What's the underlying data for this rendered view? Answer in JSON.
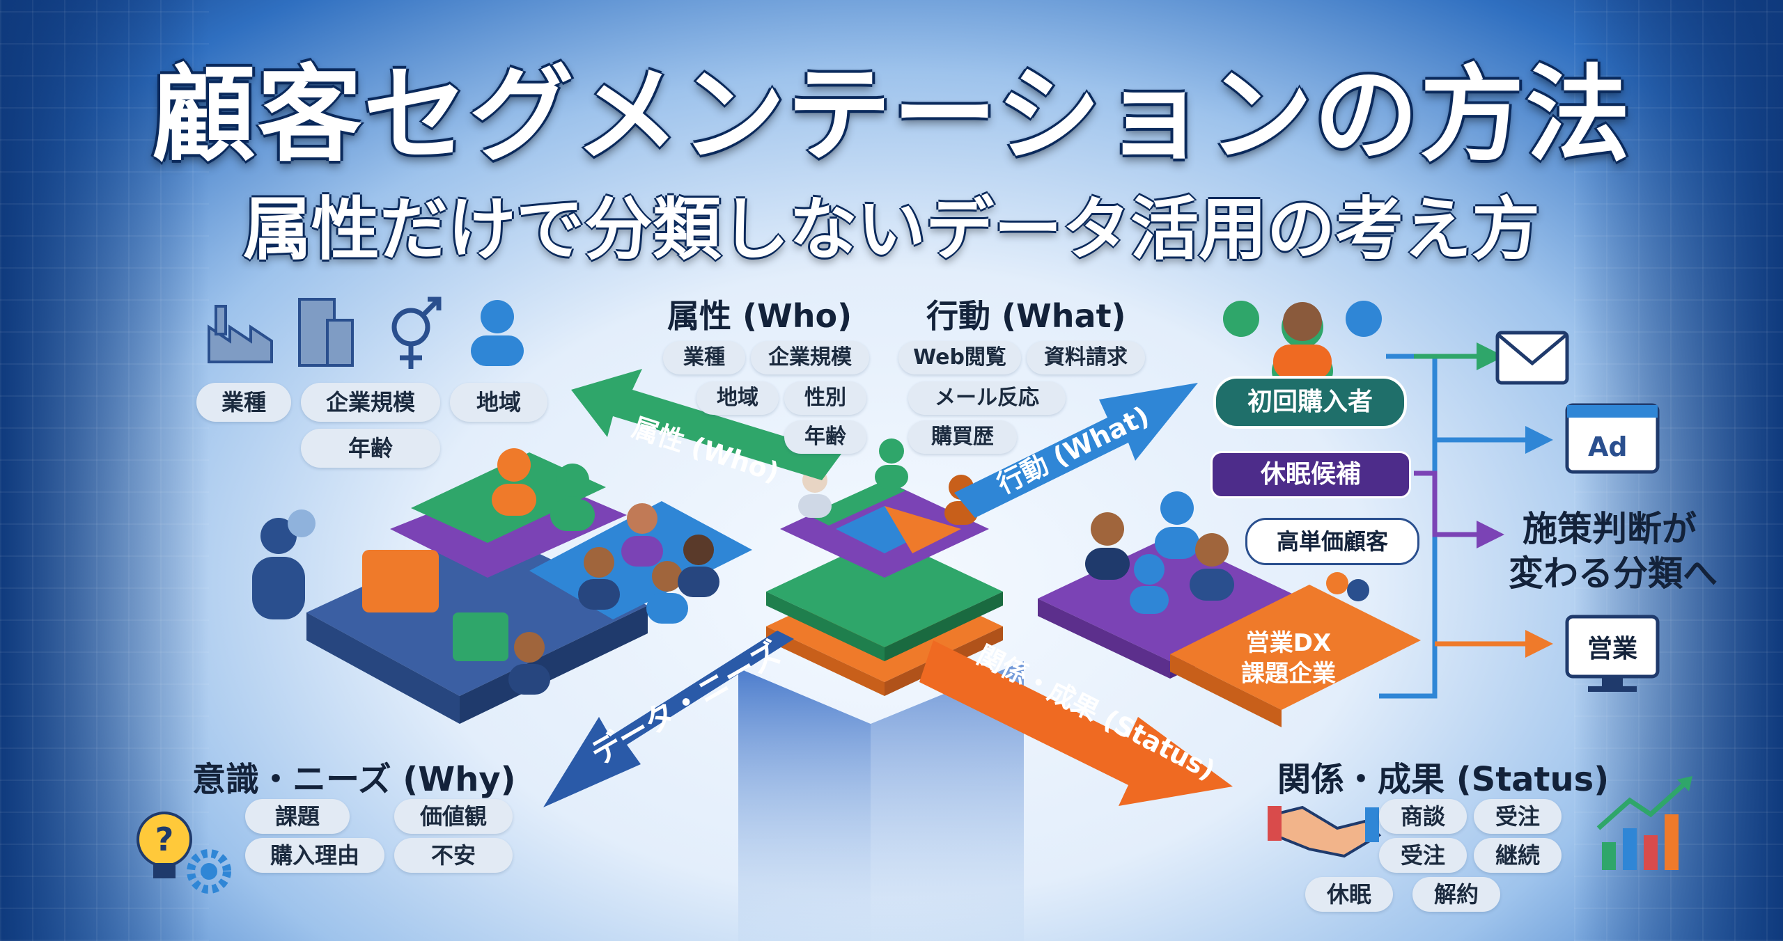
{
  "title": "顧客セグメンテーションの方法",
  "subtitle": "属性だけで分類しないデータ活用の考え方",
  "left_tags": [
    "業種",
    "企業規模",
    "地域",
    "年齢"
  ],
  "center_top": {
    "who": {
      "header": "属性 (Who)",
      "tags": [
        "業種",
        "企業規模",
        "地域",
        "性別",
        "年齢"
      ]
    },
    "what": {
      "header": "行動 (What)",
      "tags": [
        "Web閲覧",
        "資料請求",
        "メール反応",
        "購買歴"
      ]
    }
  },
  "arrows": {
    "who": "属性 (Who)",
    "what": "行動 (What)",
    "needs": "データ・ニーズ",
    "status": "関係・成果 (Status)"
  },
  "why": {
    "header": "意識・ニーズ (Why)",
    "tags": [
      "課題",
      "価値観",
      "購入理由",
      "不安"
    ]
  },
  "status": {
    "header": "関係・成果 (Status)",
    "tags": [
      "商談",
      "受注",
      "受注",
      "継続",
      "休眠",
      "解約"
    ]
  },
  "segments": {
    "first": "初回購入者",
    "dormant": "休眠候補",
    "high_value": "高単価顧客",
    "dx_line1": "営業DX",
    "dx_line2": "課題企業"
  },
  "outputs": {
    "ad_label": "Ad",
    "sales_label": "営業",
    "decision_line1": "施策判断が",
    "decision_line2": "変わる分類へ"
  },
  "icons": [
    "factory-icon",
    "building-icon",
    "gender-icon",
    "person-icon",
    "mail-icon",
    "ad-icon",
    "monitor-icon",
    "lightbulb-icon",
    "gear-icon",
    "handshake-icon",
    "growth-chart-icon"
  ],
  "colors": {
    "green": "#2fa66a",
    "blue": "#2f86d6",
    "purple": "#7b43b5",
    "orange": "#ef7a2a",
    "teal": "#1f6f6a",
    "navy": "#2a4f8e",
    "dark_purple": "#4d2c8a"
  }
}
